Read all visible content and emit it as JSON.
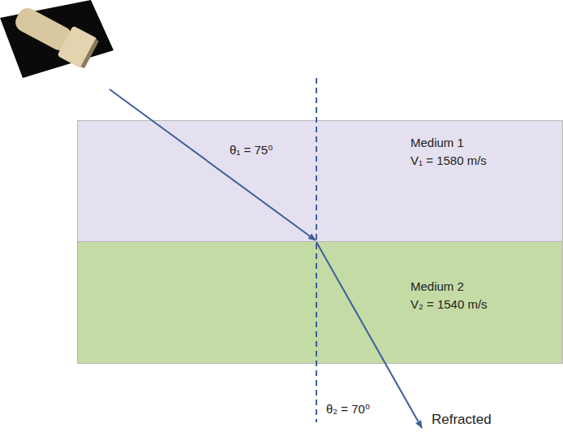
{
  "diagram": {
    "nodes": [
      {
        "text": [
          "Medium 1",
          "V₁ = 1580 m/s"
        ]
      },
      {
        "text": [
          "Medium 2",
          "V₂ = 1540 m/s"
        ]
      }
    ],
    "labels": [
      "θ₁ = 75⁰",
      "θ₂ = 70⁰",
      "Refracted"
    ]
  }
}
